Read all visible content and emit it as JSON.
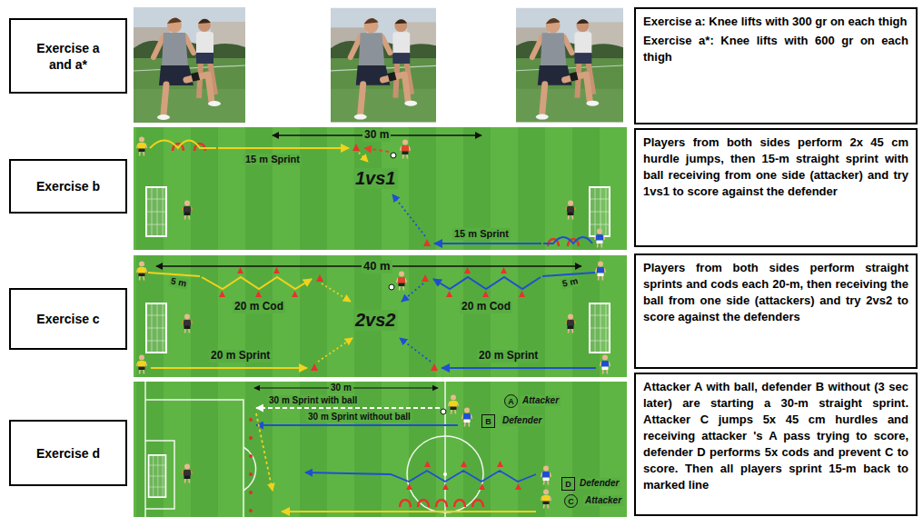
{
  "diagram": {
    "nodes": [
      {
        "text": [
          "Exercise a and a*"
        ]
      },
      {
        "text": [
          "Exercise a: Knee lifts with 300 gr on each thigh",
          "Exercise a*: Knee lifts with 600 gr on each thigh"
        ]
      },
      {
        "text": [
          "Exercise b"
        ]
      },
      {
        "text": [
          "Players from both sides perform 2x 45 cm hurdle jumps, then 15-m straight sprint with ball receiving from one side (attacker) and try 1vs1 to score against the defender"
        ]
      },
      {
        "text": [
          "Exercise c"
        ]
      },
      {
        "text": [
          "Players from both sides perform straight sprints and cods each 20-m, then receiving the ball from one side (attackers) and try 2vs2 to score against the defenders"
        ]
      },
      {
        "text": [
          "Exercise d"
        ]
      },
      {
        "text": [
          "A"
        ]
      },
      {
        "text": [
          "B"
        ]
      },
      {
        "text": [
          "D"
        ]
      },
      {
        "text": [
          "C"
        ]
      },
      {
        "text": [
          "Attacker A with ball, defender B without (3 sec later) are starting a 30-m straight sprint. Attacker C jumps 5x 45 cm hurdles and receiving attacker 's A pass trying to score, defender D performs 5x cods and prevent C to score. Then all players sprint 15-m back to marked line"
        ]
      }
    ],
    "labels": [
      "30 m",
      "15 m Sprint",
      "1vs1",
      "15 m Sprint",
      "40 m",
      "5 m",
      "5 m",
      "20 m Cod",
      "20 m Cod",
      "2vs2",
      "20 m Sprint",
      "20 m Sprint",
      "30 m",
      "30 m Sprint with ball",
      "30 m Sprint without ball",
      "Attacker",
      "Defender",
      "Defender",
      "Attacker"
    ]
  }
}
